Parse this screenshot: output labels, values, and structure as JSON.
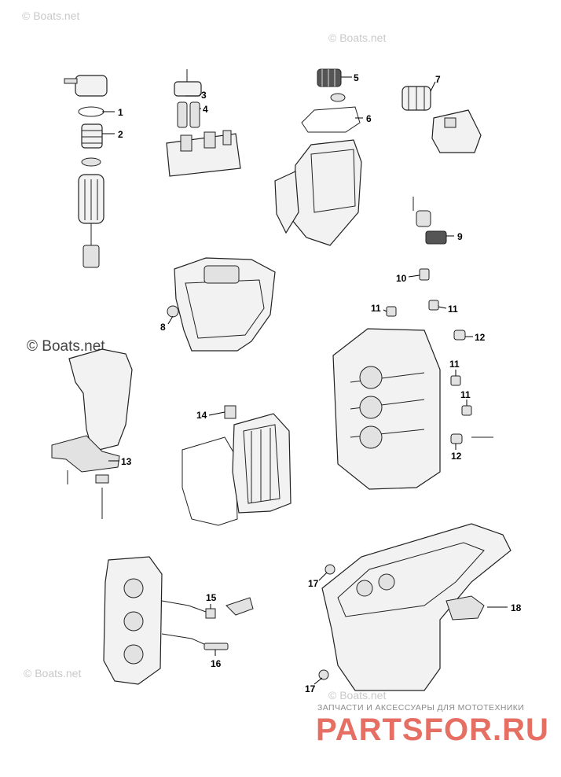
{
  "watermarks": {
    "top_left": "© Boats.net",
    "top_center": "© Boats.net",
    "mid_left": "© Boats.net",
    "bottom_left": "© Boats.net",
    "bottom_center": "© Boats.net"
  },
  "callouts": [
    "1",
    "2",
    "3",
    "4",
    "5",
    "6",
    "7",
    "8",
    "9",
    "10",
    "11",
    "11",
    "11",
    "11",
    "12",
    "12",
    "13",
    "14",
    "15",
    "16",
    "17",
    "17",
    "18"
  ],
  "branding": {
    "subtitle": "ЗАПЧАСТИ И АКСЕССУАРЫ ДЛЯ МОТОТЕХНИКИ",
    "logo_text": "PARTSFOR.RU"
  }
}
